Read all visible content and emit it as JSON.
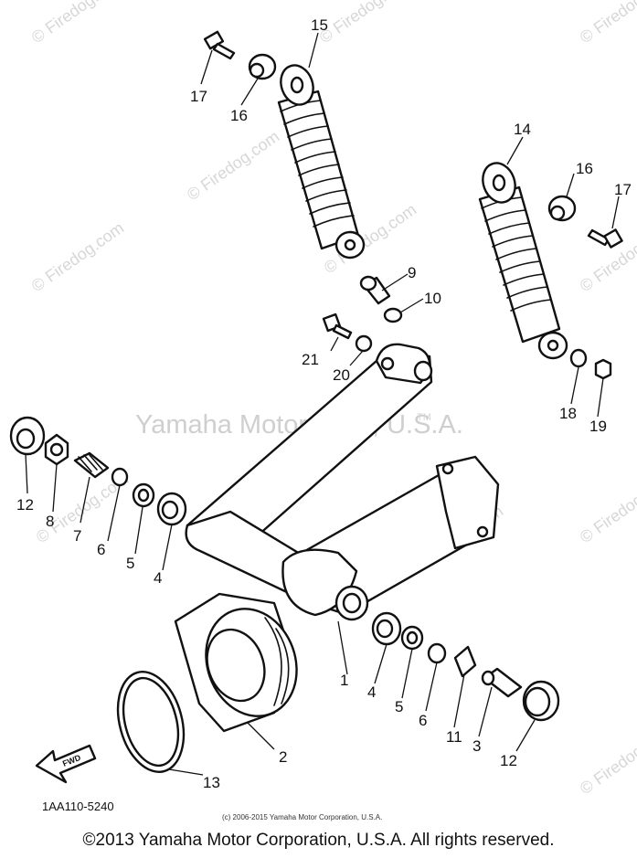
{
  "watermark_site": "© Firedog.com",
  "center_watermark": "Yamaha Motor Corp, U.S.A.",
  "trademark": "TM",
  "catalog_code": "1AA110-5240",
  "small_copyright": "(c) 2006-2015 Yamaha Motor Corporation, U.S.A.",
  "footer_copyright": "©2013 Yamaha Motor Corporation, U.S.A. All rights reserved.",
  "fwd_label": "FWD",
  "callouts": {
    "c1": "1",
    "c2": "2",
    "c3": "3",
    "c4a": "4",
    "c4b": "4",
    "c5a": "5",
    "c5b": "5",
    "c6a": "6",
    "c6b": "6",
    "c7": "7",
    "c8": "8",
    "c9": "9",
    "c10": "10",
    "c11": "11",
    "c12a": "12",
    "c12b": "12",
    "c13": "13",
    "c14": "14",
    "c15": "15",
    "c16a": "16",
    "c16b": "16",
    "c17a": "17",
    "c17b": "17",
    "c18": "18",
    "c19": "19",
    "c20": "20",
    "c21": "21"
  }
}
